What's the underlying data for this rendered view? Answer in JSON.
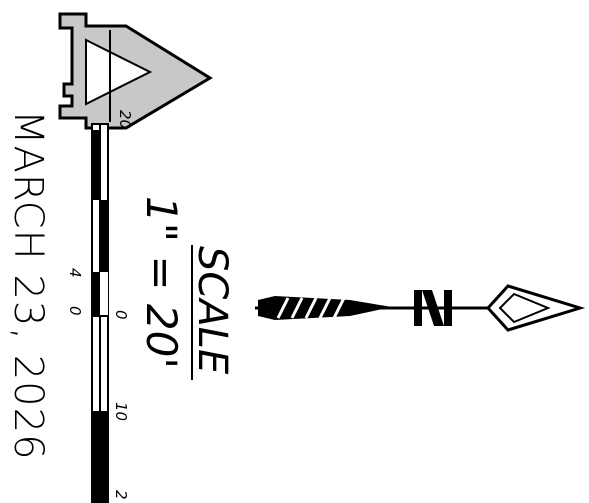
{
  "sheet": {
    "logo_letter": "A",
    "scale_title": "SCALE",
    "scale_ratio": "1\" = 20'",
    "date": "MARCH 23, 2026",
    "north_letter": "N"
  },
  "scale_bar": {
    "ticks": [
      {
        "label": "20"
      },
      {
        "label": "4"
      },
      {
        "label": "0"
      },
      {
        "label": "0"
      },
      {
        "label": "10"
      },
      {
        "label": "2"
      }
    ]
  },
  "colors": {
    "ink": "#000000",
    "logo_fill": "#c8c8c8",
    "paper": "#ffffff"
  },
  "icons": {
    "north_arrow": "north-arrow-icon",
    "logo": "company-logo-a"
  }
}
